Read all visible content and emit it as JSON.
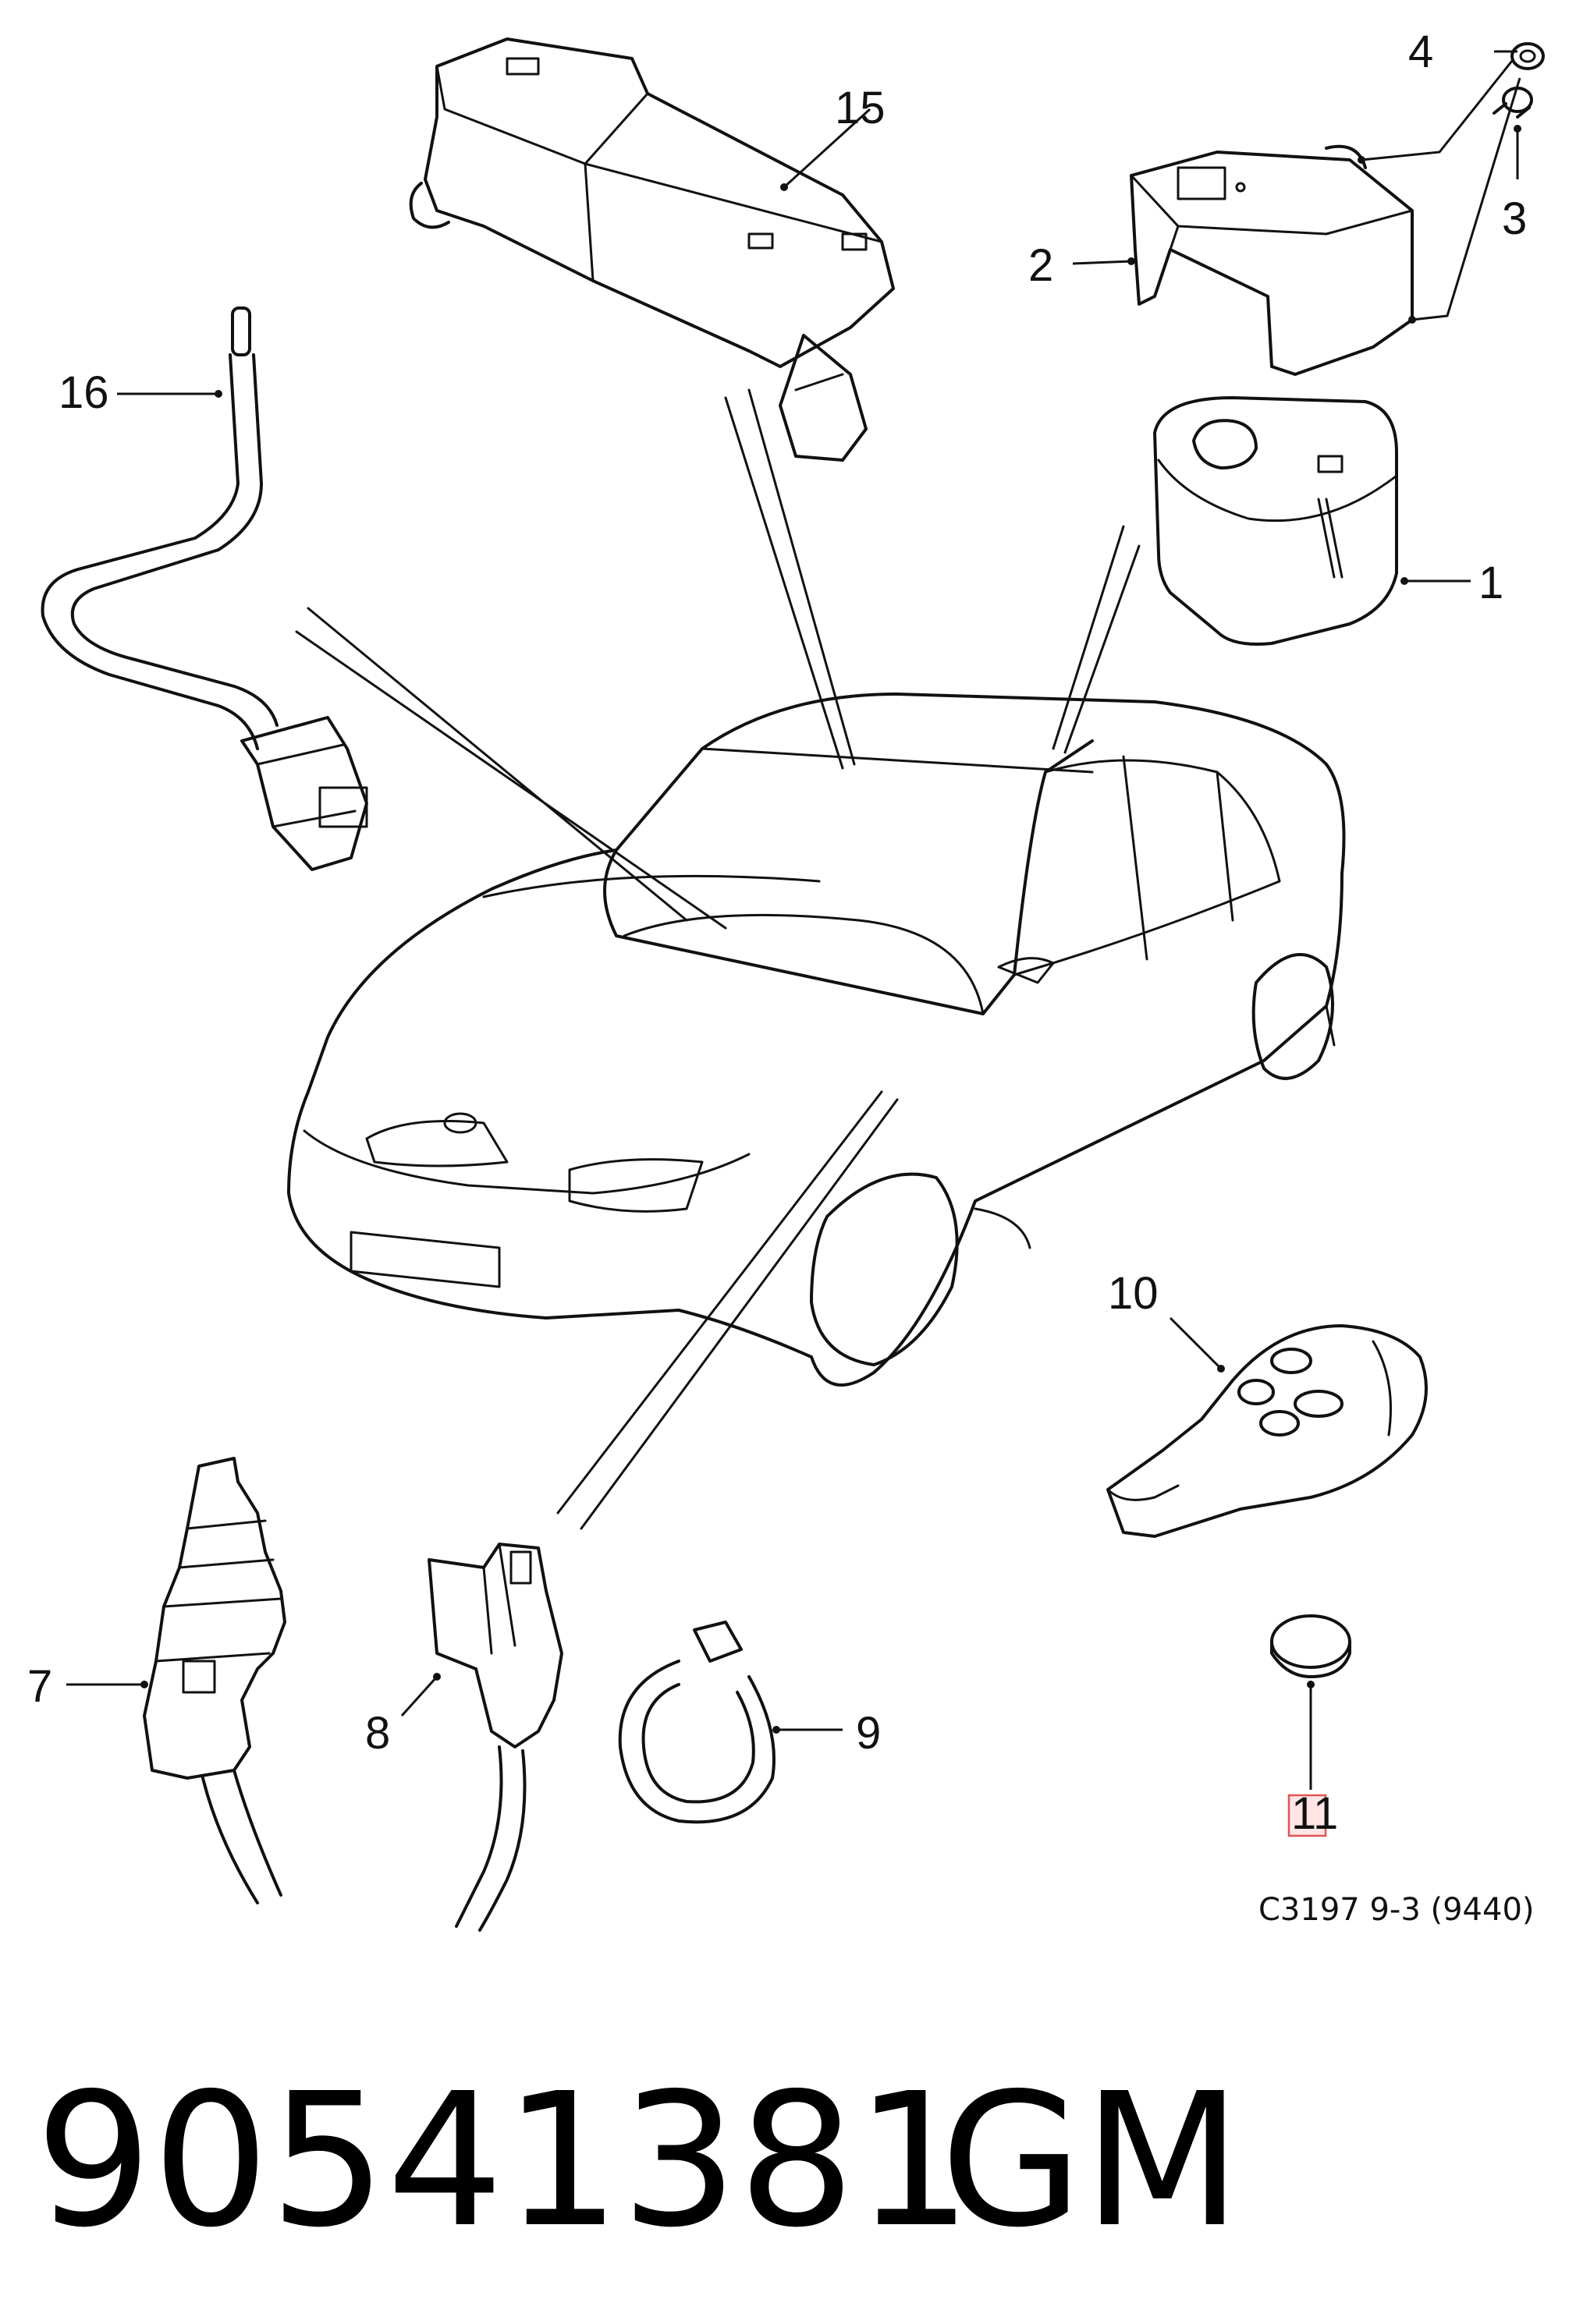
{
  "callouts": [
    {
      "key": "c1",
      "text": "1"
    },
    {
      "key": "c2",
      "text": "2"
    },
    {
      "key": "c3",
      "text": "3"
    },
    {
      "key": "c4",
      "text": "4"
    },
    {
      "key": "c7",
      "text": "7"
    },
    {
      "key": "c8",
      "text": "8"
    },
    {
      "key": "c9",
      "text": "9"
    },
    {
      "key": "c10",
      "text": "10"
    },
    {
      "key": "c11",
      "text": "11"
    },
    {
      "key": "c15",
      "text": "15"
    },
    {
      "key": "c16",
      "text": "16"
    }
  ],
  "diagram_ref": "C3197 9-3 (9440)",
  "part_number": "90541381",
  "brand": "GM",
  "highlight": {
    "target": "callout-11",
    "color": "#e05555"
  }
}
